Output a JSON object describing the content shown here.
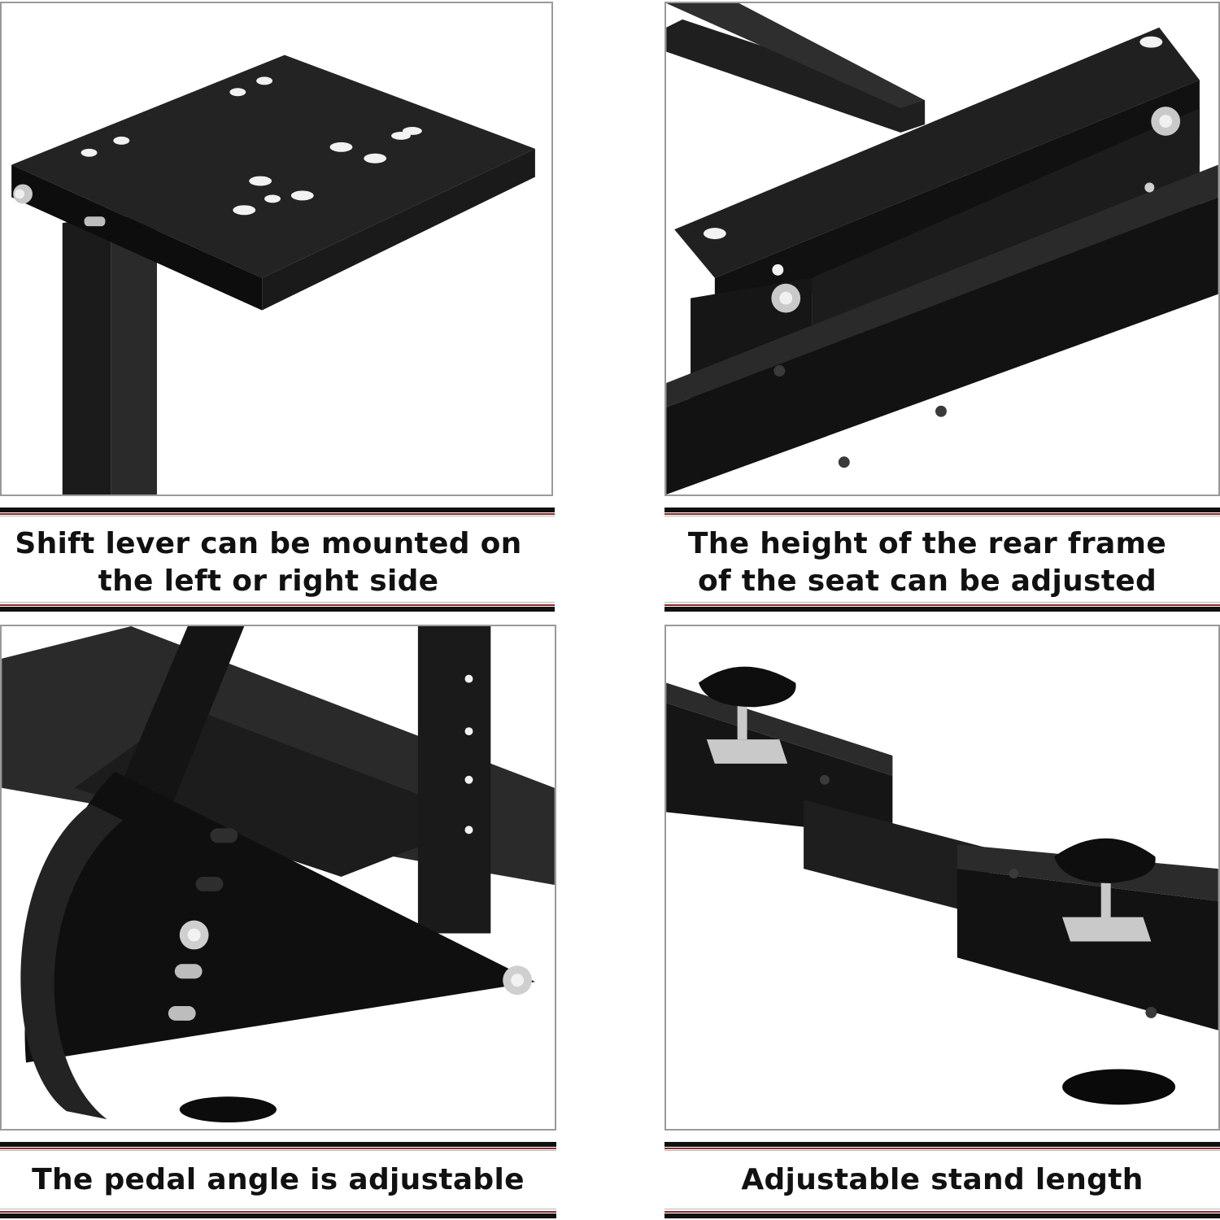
{
  "captions": {
    "top_left": "Shift lever can be mounted on the left or right side",
    "top_right": "The height of the rear frame of the seat can be adjusted",
    "bottom_left": "The pedal angle is adjustable",
    "bottom_right": "Adjustable stand length"
  },
  "colors": {
    "frame_black": "#151515",
    "rule_red": "#8e2a2a",
    "bolt_silver": "#c9c9c9"
  }
}
